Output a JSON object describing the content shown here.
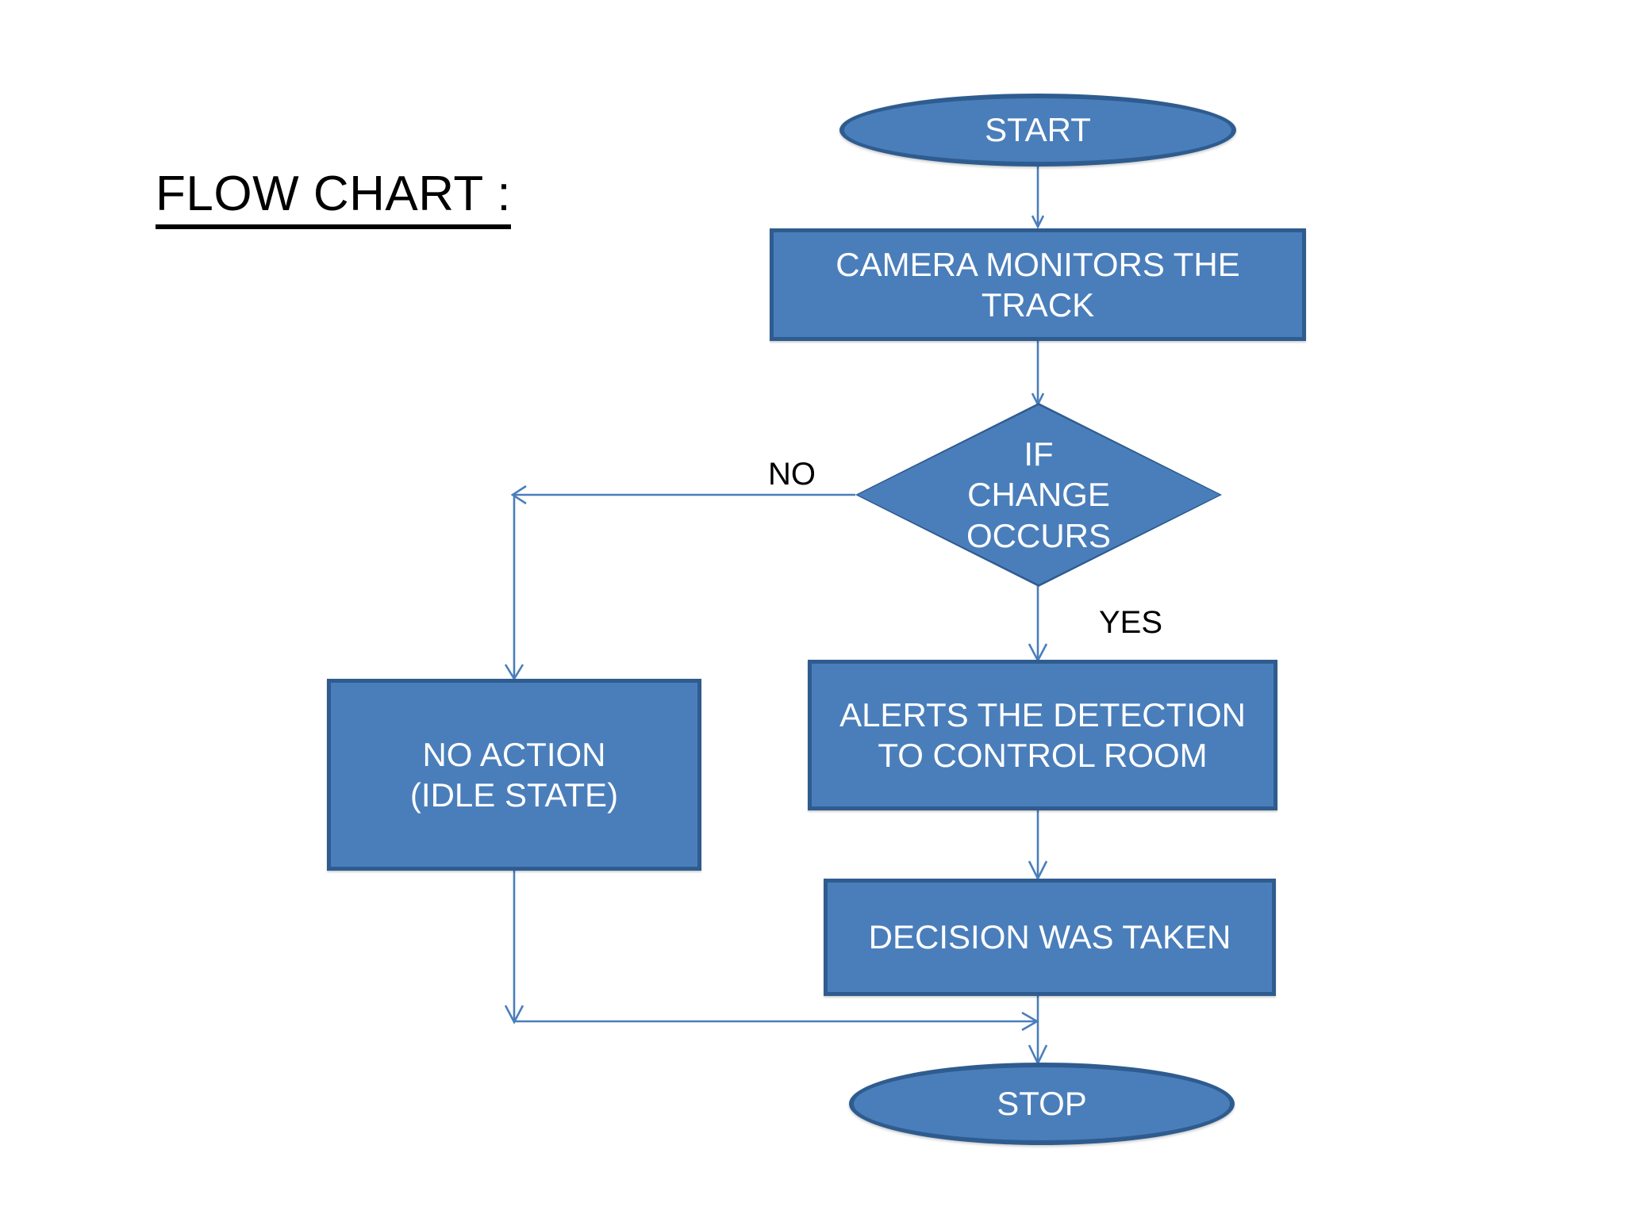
{
  "page": {
    "title": "FLOW CHART :",
    "background_color": "#ffffff"
  },
  "theme": {
    "node_fill": "#4a7ebb",
    "node_border": "#2f5c8f",
    "node_text": "#ffffff",
    "connector_color": "#4a7ebb",
    "label_text": "#000000"
  },
  "chart_data": {
    "type": "flowchart",
    "title": "FLOW CHART :",
    "nodes": [
      {
        "id": "start",
        "shape": "terminator",
        "label": "START"
      },
      {
        "id": "camera",
        "shape": "process",
        "label": "CAMERA MONITORS THE\nTRACK"
      },
      {
        "id": "decision",
        "shape": "decision",
        "label": "IF\nCHANGE\nOCCURS"
      },
      {
        "id": "no_action",
        "shape": "process",
        "label": "NO ACTION\n(IDLE STATE)"
      },
      {
        "id": "alerts",
        "shape": "process",
        "label": "ALERTS THE DETECTION\nTO CONTROL ROOM"
      },
      {
        "id": "decided",
        "shape": "process",
        "label": "DECISION WAS TAKEN"
      },
      {
        "id": "stop",
        "shape": "terminator",
        "label": "STOP"
      }
    ],
    "edges": [
      {
        "from": "start",
        "to": "camera",
        "label": ""
      },
      {
        "from": "camera",
        "to": "decision",
        "label": ""
      },
      {
        "from": "decision",
        "to": "no_action",
        "label": "NO"
      },
      {
        "from": "decision",
        "to": "alerts",
        "label": "YES"
      },
      {
        "from": "alerts",
        "to": "decided",
        "label": ""
      },
      {
        "from": "decided",
        "to": "stop",
        "label": ""
      },
      {
        "from": "no_action",
        "to": "stop",
        "label": ""
      }
    ],
    "edge_labels": {
      "no": "NO",
      "yes": "YES"
    }
  },
  "nodes": {
    "start": {
      "label": "START"
    },
    "camera": {
      "label": "CAMERA MONITORS THE\nTRACK"
    },
    "decision": {
      "label": "IF\nCHANGE\nOCCURS"
    },
    "no_action": {
      "label": "NO ACTION\n(IDLE STATE)"
    },
    "alerts": {
      "label": "ALERTS THE DETECTION\nTO CONTROL ROOM"
    },
    "decided": {
      "label": "DECISION WAS TAKEN"
    },
    "stop": {
      "label": "STOP"
    }
  },
  "edge_labels": {
    "no": "NO",
    "yes": "YES"
  }
}
